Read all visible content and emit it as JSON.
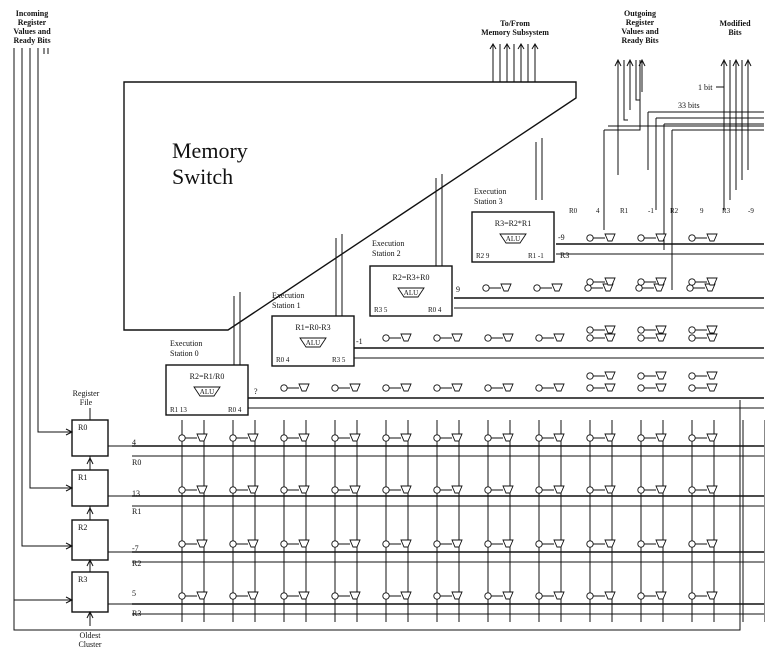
{
  "labels": {
    "incoming": [
      "Incoming",
      "Register",
      "Values and",
      "Ready Bits"
    ],
    "memory_io": [
      "To/From",
      "Memory Subsystem"
    ],
    "outgoing": [
      "Outgoing",
      "Register",
      "Values and",
      "Ready Bits"
    ],
    "modified": [
      "Modified",
      "Bits"
    ],
    "one_bit": "1 bit",
    "thirty_three_bits": "33 bits",
    "memory_switch": [
      "Memory",
      "Switch"
    ],
    "register_file": [
      "Register",
      "File"
    ],
    "oldest_cluster": [
      "Oldest",
      "Cluster"
    ]
  },
  "register_file": [
    {
      "name": "R0",
      "value": "4",
      "bus": "R0"
    },
    {
      "name": "R1",
      "value": "13",
      "bus": "R1"
    },
    {
      "name": "R2",
      "value": "-7",
      "bus": "R2"
    },
    {
      "name": "R3",
      "value": "5",
      "bus": "R3"
    }
  ],
  "stations": [
    {
      "title": [
        "Execution",
        "Station 0"
      ],
      "op": "R2=R1/R0",
      "alu": "ALU",
      "src_a": "R1 13",
      "src_b": "R0 4",
      "out": "?"
    },
    {
      "title": [
        "Execution",
        "Station 1"
      ],
      "op": "R1=R0-R3",
      "alu": "ALU",
      "src_a": "R0 4",
      "src_b": "R3 5",
      "out": "-1"
    },
    {
      "title": [
        "Execution",
        "Station 2"
      ],
      "op": "R2=R3+R0",
      "alu": "ALU",
      "src_a": "R3 5",
      "src_b": "R0 4",
      "out": "9"
    },
    {
      "title": [
        "Execution",
        "Station 3"
      ],
      "op": "R3=R2*R1",
      "alu": "ALU",
      "src_a": "R2 9",
      "src_b": "R1 -1",
      "out": "-9"
    }
  ],
  "outgoing_columns": [
    {
      "reg": "R0",
      "value": "4"
    },
    {
      "reg": "R1",
      "value": "-1"
    },
    {
      "reg": "R2",
      "value": "9"
    },
    {
      "reg": "R3",
      "value": "-9"
    }
  ],
  "station3_side_label": "R3"
}
